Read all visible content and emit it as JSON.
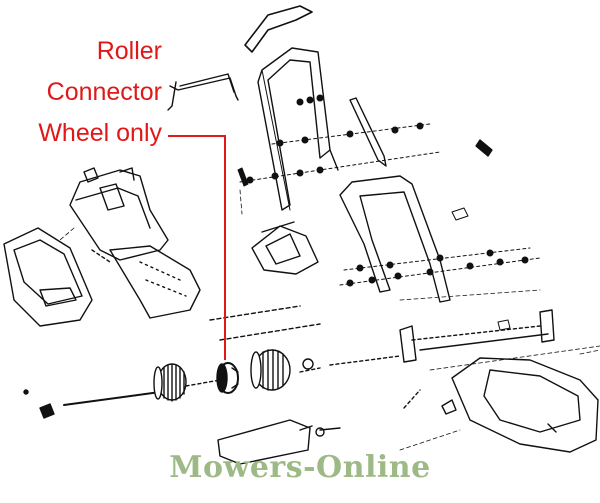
{
  "callout": {
    "line1": "Roller",
    "line2": "Connector",
    "line3": "Wheel only",
    "color": "#e01818"
  },
  "watermark": {
    "text": "Mowers-Online",
    "color": "#9dba86"
  }
}
